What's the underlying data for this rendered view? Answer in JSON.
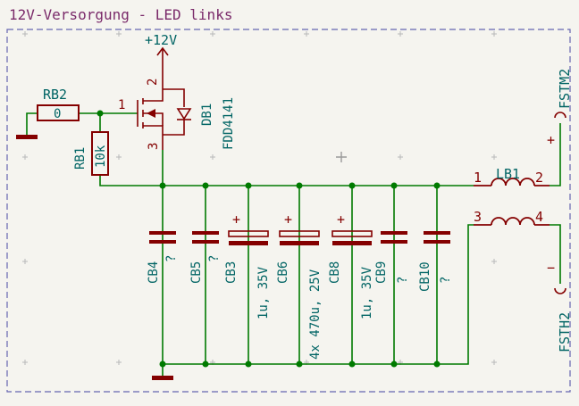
{
  "sheet": {
    "title": "12V-Versorgung - LED links"
  },
  "power": {
    "label": "+12V"
  },
  "components": {
    "RB2": {
      "ref": "RB2",
      "value": "0"
    },
    "RB1": {
      "ref": "RB1",
      "value": "10k"
    },
    "DB1": {
      "ref": "DB1",
      "value": "FDD4141"
    },
    "mosfet_pins": {
      "gate": "1",
      "drain": "2",
      "source": "3"
    },
    "CB4": {
      "ref": "CB4",
      "value": "?"
    },
    "CB5": {
      "ref": "CB5",
      "value": "?"
    },
    "CB3": {
      "ref": "CB3",
      "value": "1u, 35V"
    },
    "CB6": {
      "ref": "CB6",
      "value": "4x 470u, 25V"
    },
    "CB8": {
      "ref": "CB8",
      "value": "1u, 35V"
    },
    "CB9": {
      "ref": "CB9",
      "value": "?"
    },
    "CB10": {
      "ref": "CB10",
      "value": "?"
    },
    "LB1": {
      "ref": "LB1",
      "pin1": "1",
      "pin2": "2",
      "pin3": "3",
      "pin4": "4"
    },
    "FSTM2": {
      "ref": "FSTM2",
      "sign": "+"
    },
    "FSTH2": {
      "ref": "FSTH2",
      "sign": "−"
    }
  },
  "polarity_mark": "+",
  "colors": {
    "wire": "#007a00",
    "symbol": "#840000",
    "ref": "#006464",
    "value": "#006464",
    "frame": "#6666b0",
    "title": "#7a2a6a"
  }
}
